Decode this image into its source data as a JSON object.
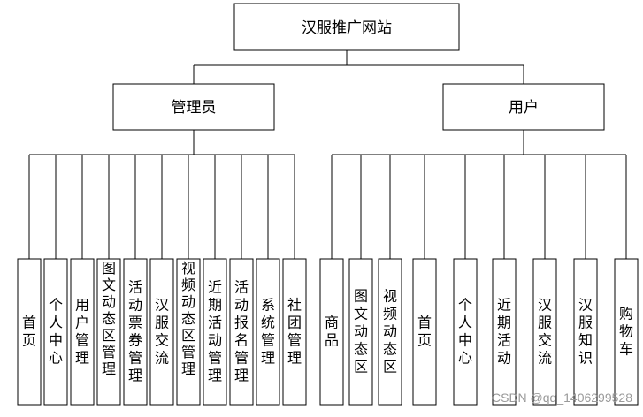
{
  "root": "汉服推广网站",
  "branches": [
    {
      "label": "管理员",
      "leaves": [
        "首页",
        "个人中心",
        "用户管理",
        "图文动态区管理",
        "活动票券管理",
        "汉服交流",
        "视频动态区管理",
        "近期活动管理",
        "活动报名管理",
        "系统管理",
        "社团管理"
      ]
    },
    {
      "label": "用户",
      "leaves": [
        "商品",
        "图文动态区",
        "视频动态区",
        "首页",
        "个人中心",
        "近期活动",
        "汉服交流",
        "汉服知识",
        "购物车"
      ]
    }
  ],
  "watermark": "CSDN @qq_1406299528"
}
